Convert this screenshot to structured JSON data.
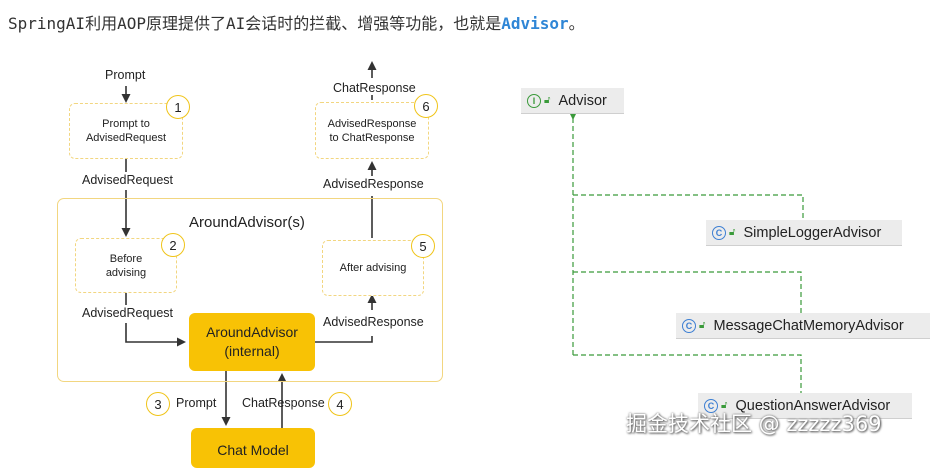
{
  "intro": {
    "text": "SpringAI利用AOP原理提供了AI会话时的拦截、增强等功能，也就是",
    "keyword": "Advisor",
    "end": "。"
  },
  "flow": {
    "prompt": "Prompt",
    "step1": {
      "num": "1",
      "line1": "Prompt to",
      "line2": "AdvisedRequest"
    },
    "advised_request_1": "AdvisedRequest",
    "group_title": "AroundAdvisor(s)",
    "step2": {
      "num": "2",
      "line1": "Before",
      "line2": "advising"
    },
    "advised_request_2": "AdvisedRequest",
    "core": {
      "line1": "AroundAdvisor",
      "line2": "(internal)"
    },
    "advised_response_1": "AdvisedResponse",
    "step5": {
      "num": "5",
      "text": "After advising"
    },
    "advised_response_2": "AdvisedResponse",
    "step6": {
      "num": "6",
      "line1": "AdvisedResponse",
      "line2": "to ChatResponse"
    },
    "chat_response_top": "ChatResponse",
    "step3": {
      "num": "3",
      "label": "Prompt"
    },
    "step4": {
      "num": "4",
      "label": "ChatResponse"
    },
    "model": "Chat Model"
  },
  "hierarchy": {
    "root": {
      "name": "Advisor",
      "kind": "I"
    },
    "children": [
      {
        "name": "SimpleLoggerAdvisor",
        "kind": "C"
      },
      {
        "name": "MessageChatMemoryAdvisor",
        "kind": "C"
      },
      {
        "name": "QuestionAnswerAdvisor",
        "kind": "C"
      }
    ]
  },
  "watermark": "掘金技术社区 @ zzzzz369",
  "colors": {
    "accent": "#f8c205",
    "dashed_border": "#f2d680",
    "inherit_line": "#3a9a3a",
    "keyword": "#2f86d6"
  }
}
